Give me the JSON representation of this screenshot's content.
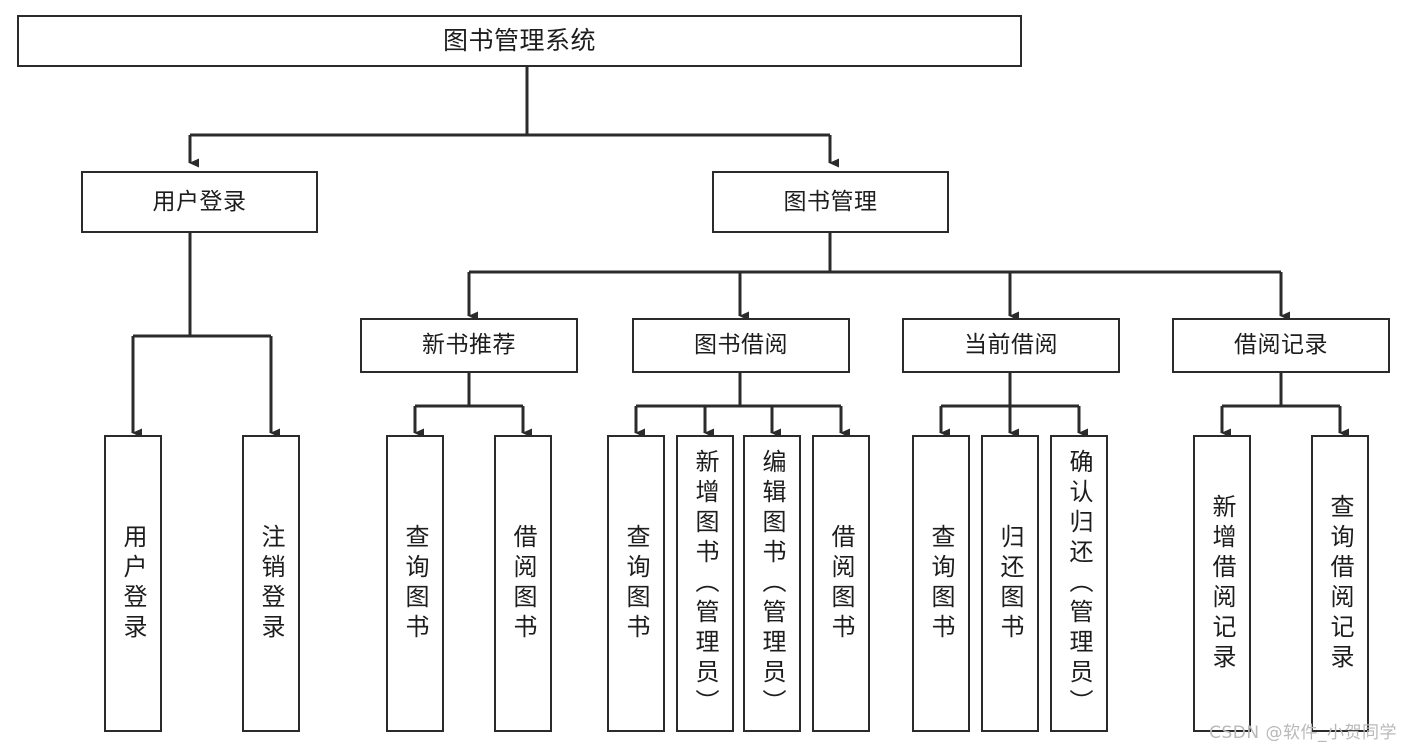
{
  "diagram": {
    "title": "图书管理系统",
    "type": "tree-hierarchy",
    "colors": {
      "stroke": "#2b2b2b",
      "fill": "#ffffff",
      "text": "#1d1d1d",
      "watermark": "#b9b9b9"
    },
    "root": {
      "label": "图书管理系统"
    },
    "level1": [
      {
        "label": "用户登录"
      },
      {
        "label": "图书管理"
      }
    ],
    "level2": [
      {
        "label": "新书推荐"
      },
      {
        "label": "图书借阅"
      },
      {
        "label": "当前借阅"
      },
      {
        "label": "借阅记录"
      }
    ],
    "leaves": {
      "user_login": [
        {
          "label": "用户登录"
        },
        {
          "label": "注销登录"
        }
      ],
      "new_book_recommend": [
        {
          "label": "查询图书"
        },
        {
          "label": "借阅图书"
        }
      ],
      "book_borrow": [
        {
          "label": "查询图书"
        },
        {
          "label": "新增图书（管理员）"
        },
        {
          "label": "编辑图书（管理员）"
        },
        {
          "label": "借阅图书"
        }
      ],
      "current_borrow": [
        {
          "label": "查询图书"
        },
        {
          "label": "归还图书"
        },
        {
          "label": "确认归还（管理员）"
        }
      ],
      "borrow_record": [
        {
          "label": "新增借阅记录"
        },
        {
          "label": "查询借阅记录"
        }
      ]
    },
    "watermark": "CSDN @软件_小贺同学"
  }
}
